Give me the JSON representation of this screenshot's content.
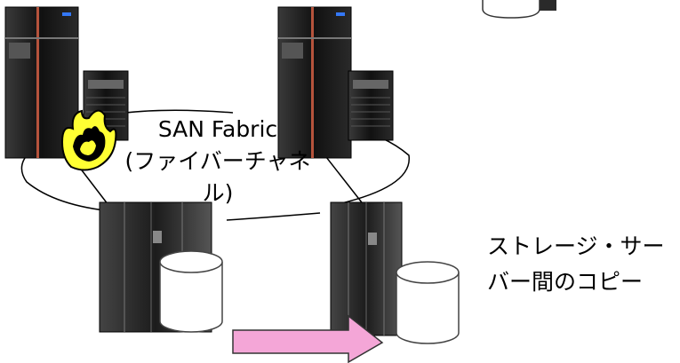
{
  "fabric": {
    "line1": "SAN Fabric",
    "line2": "(ファイバーチャネ",
    "line3": "ル)"
  },
  "copy": {
    "line1": "ストレージ・サー",
    "line2": "バー間のコピー"
  },
  "colors": {
    "arrow_fill": "#f4a6d7",
    "arrow_stroke": "#333333",
    "flame_outer": "#ffff33",
    "flame_inner": "#000000",
    "server_body": "#1a1a1a",
    "server_accent": "#c0392b",
    "disk_fill": "#ffffff"
  },
  "icons": [
    "server-tower-icon",
    "storage-server-icon",
    "disk-cylinder-icon",
    "fire-icon",
    "copy-arrow-icon"
  ]
}
